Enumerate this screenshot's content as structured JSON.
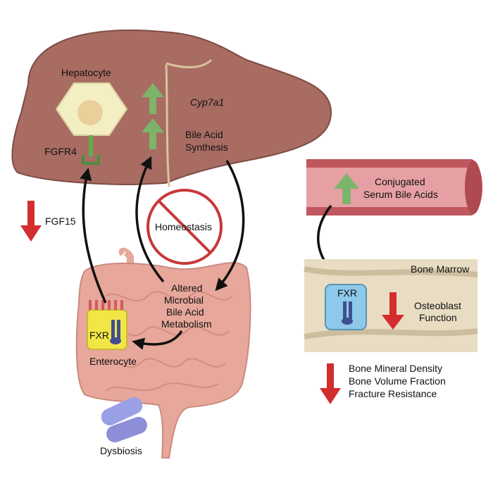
{
  "liver": {
    "hepatocyte": "Hepatocyte",
    "cyp7a1": "Cyp7a1",
    "bile_acid_1": "Bile Acid",
    "bile_acid_2": "Synthesis",
    "fgfr4": "FGFR4"
  },
  "fgf15": "FGF15",
  "homeostasis": "Homeostasis",
  "microbial": {
    "line1": "Altered",
    "line2": "Microbial",
    "line3": "Bile Acid",
    "line4": "Metabolism"
  },
  "enterocyte": {
    "fxr": "FXR",
    "label": "Enterocyte"
  },
  "dysbiosis": "Dysbiosis",
  "vessel": {
    "line1": "Conjugated",
    "line2": "Serum Bile Acids"
  },
  "bone": {
    "marrow": "Bone Marrow",
    "fxr": "FXR",
    "osteo1": "Osteoblast",
    "osteo2": "Function"
  },
  "outcomes": {
    "line1": "Bone Mineral Density",
    "line2": "Bone Volume Fraction",
    "line3": "Fracture Resistance"
  },
  "colors": {
    "liver": "#a86c63",
    "up_arrow": "#7cb46a",
    "down_arrow": "#d32d2d",
    "no_sign": "#c8383a",
    "vessel": "#c0565e",
    "bone": "#e8dcc3",
    "intestine": "#e7a79a",
    "fxr_cell": "#f2e647",
    "capsule": "#8c8ed8"
  }
}
